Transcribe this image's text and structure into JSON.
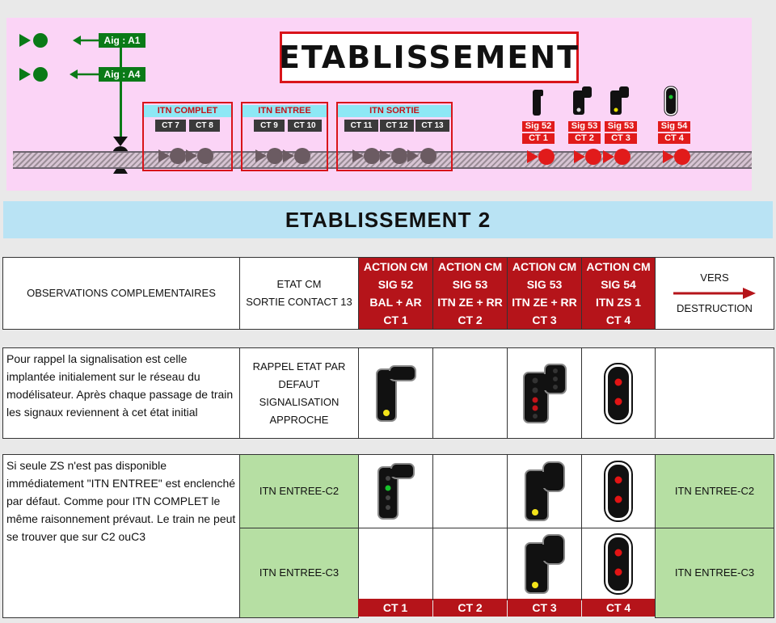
{
  "diagram": {
    "title": "ETABLISSEMENT",
    "aig_labels": [
      "Aig : A1",
      "Aig : A4"
    ],
    "itn_groups": [
      {
        "title": "ITN COMPLET",
        "cts": [
          "CT 7",
          "CT 8"
        ]
      },
      {
        "title": "ITN ENTREE",
        "cts": [
          "CT 9",
          "CT 10"
        ]
      },
      {
        "title": "ITN SORTIE",
        "cts": [
          "CT 11",
          "CT 12",
          "CT 13"
        ]
      }
    ],
    "signals": [
      {
        "sig": "Sig 52",
        "ct": "CT  1"
      },
      {
        "sig": "Sig 53",
        "ct": "CT  2"
      },
      {
        "sig": "Sig 53",
        "ct": "CT  3"
      },
      {
        "sig": "Sig 54",
        "ct": "CT  4"
      }
    ]
  },
  "banner": "ETABLISSEMENT 2",
  "table": {
    "header": {
      "observations": "OBSERVATIONS COMPLEMENTAIRES",
      "etat": [
        "ETAT CM",
        "SORTIE CONTACT 13"
      ],
      "actions": [
        [
          "ACTION CM",
          "SIG 52",
          "BAL + AR",
          "CT 1"
        ],
        [
          "ACTION CM",
          "SIG 53",
          "ITN  ZE + RR",
          "CT 2"
        ],
        [
          "ACTION CM",
          "SIG 53",
          "ITN  ZE + RR",
          "CT 3"
        ],
        [
          "ACTION CM",
          "SIG 54",
          "ITN  ZS 1",
          "CT 4"
        ]
      ],
      "vers": [
        "VERS",
        "DESTRUCTION"
      ]
    },
    "row1": {
      "observations": "Pour rappel la signalisation est celle implantée initialement sur le réseau du modélisateur. Après chaque passage de train les signaux reviennent à cet état initial",
      "etat": [
        "RAPPEL ETAT PAR",
        "DEFAUT",
        "SIGNALISATION",
        "APPROCHE"
      ]
    },
    "row2": {
      "observations": "Si seule ZS n'est pas disponible immédiatement \"ITN ENTREE\" est enclenché par défaut. Comme pour ITN COMPLET le même  raisonnement prévaut. Le train ne peut se trouver que sur C2 ouC3",
      "sub_a": {
        "etat": "ITN ENTREE-C2",
        "vers": "ITN ENTREE-C2"
      },
      "sub_b": {
        "etat": "ITN ENTREE-C3",
        "vers": "ITN ENTREE-C3"
      }
    },
    "footer": [
      "CT 1",
      "CT 2",
      "CT 3",
      "CT 4"
    ]
  },
  "colors": {
    "red": "#b5141a",
    "green_cell": "#b6dfa3",
    "pink_bg": "#fbd4f6",
    "banner_bg": "#b9e3f4",
    "signal_green": "#0a7a17"
  }
}
